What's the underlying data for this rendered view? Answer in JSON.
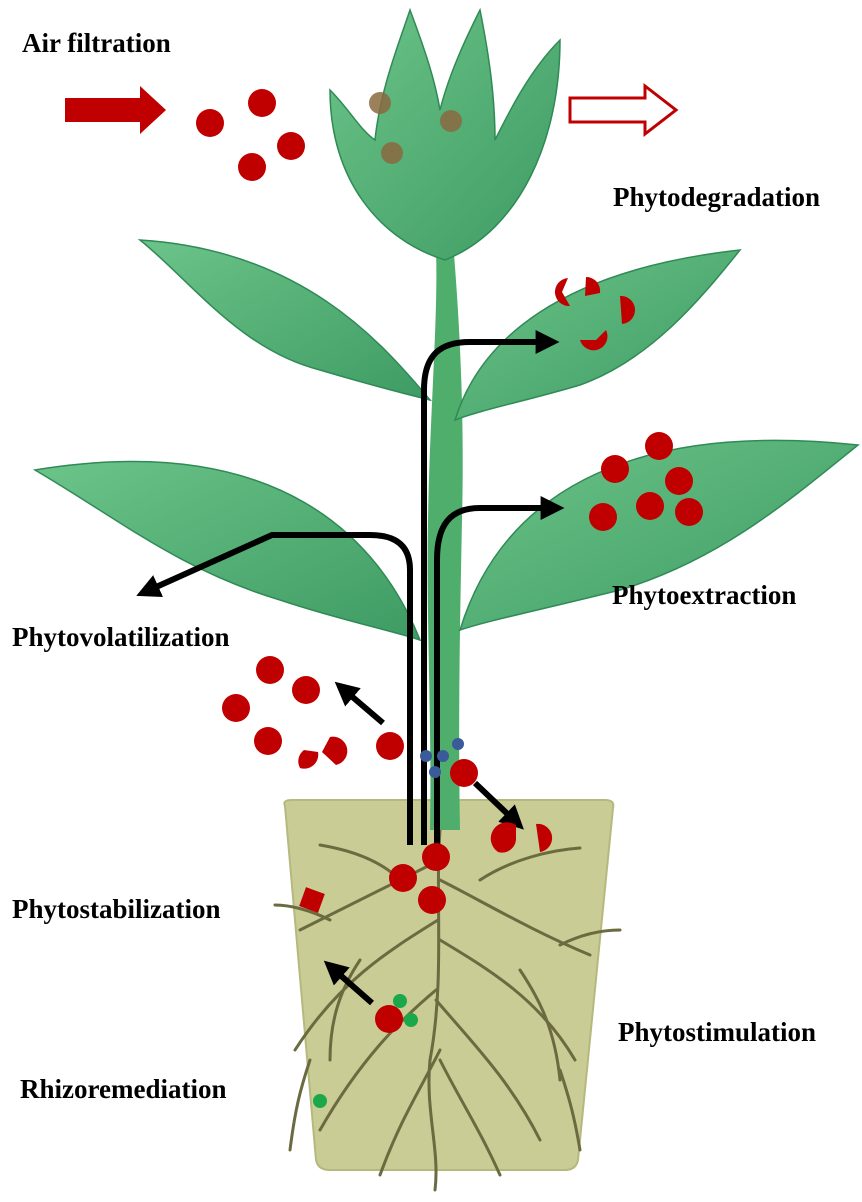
{
  "labels": {
    "air_filtration": "Air filtration",
    "phytodegradation": "Phytodegradation",
    "phytoextraction": "Phytoextraction",
    "phytovolatilization": "Phytovolatilization",
    "phytostabilization": "Phytostabilization",
    "phytostimulation": "Phytostimulation",
    "rhizoremediation": "Rhizoremediation"
  },
  "colors": {
    "contaminant": "#c00000",
    "contaminant_absorbed": "#8a6a40",
    "microbe_blue": "#3a5a9a",
    "microbe_green": "#1aa84a",
    "leaf": "#5fb87a",
    "leaf_dark": "#2f8a55",
    "stem": "#4fae6c",
    "pot": "#c9cc94",
    "root": "#6b6a40",
    "arrow": "#000000"
  },
  "icons": {
    "contaminant": "red-circle",
    "degraded_contaminant": "red-half-circle",
    "stabilized_contaminant": "red-square",
    "microbe": "small-circle",
    "flow": "arrow"
  }
}
